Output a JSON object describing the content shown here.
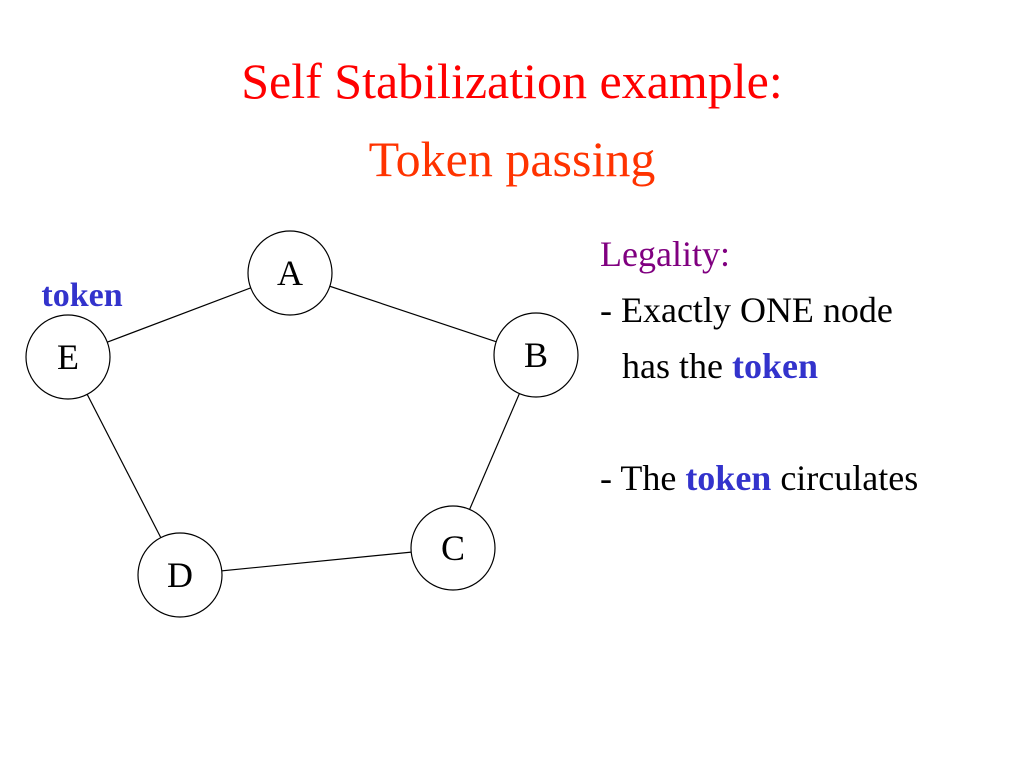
{
  "slide": {
    "title_line1": "Self Stabilization example:",
    "title_line2": "Token passing"
  },
  "colors": {
    "title_line1": "#ff0000",
    "title_line2": "#ff3300",
    "heading": "#800080",
    "token": "#3333cc",
    "text": "#000000"
  },
  "diagram": {
    "token_label": "token",
    "token_holder": "E",
    "nodes": [
      {
        "id": "A"
      },
      {
        "id": "B"
      },
      {
        "id": "C"
      },
      {
        "id": "D"
      },
      {
        "id": "E"
      }
    ],
    "edges": [
      [
        "A",
        "B"
      ],
      [
        "B",
        "C"
      ],
      [
        "C",
        "D"
      ],
      [
        "D",
        "E"
      ],
      [
        "E",
        "A"
      ]
    ]
  },
  "legality": {
    "heading": "Legality:",
    "rule1_part1": "- Exactly ONE node",
    "rule1_part2": "has the ",
    "rule1_token": "token",
    "rule2_part1": "- The ",
    "rule2_token": "token",
    "rule2_part2": " circulates"
  }
}
